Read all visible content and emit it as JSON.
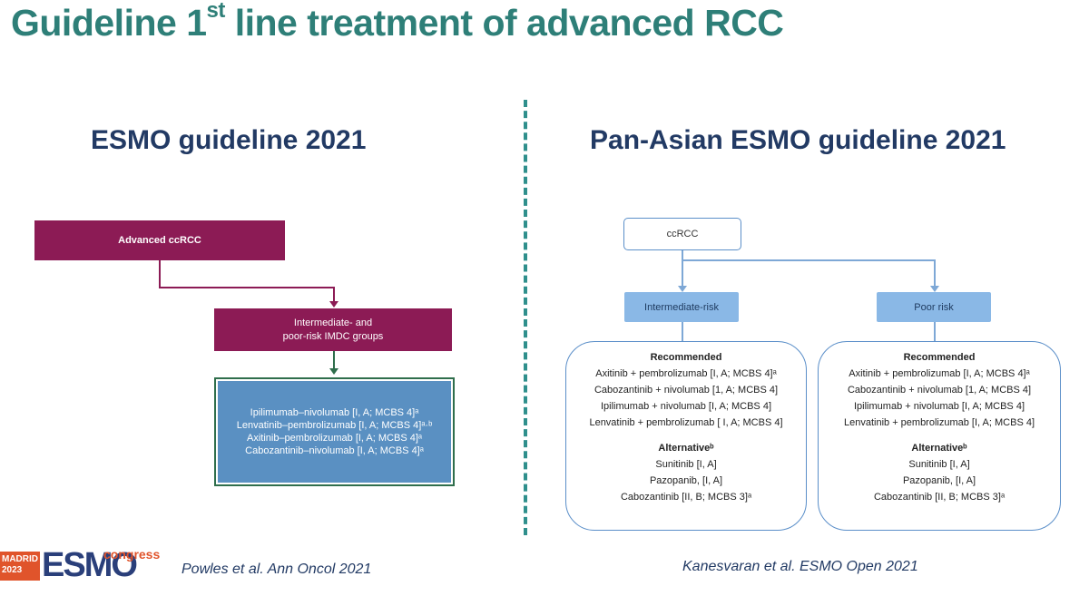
{
  "slide": {
    "title_main": "Guideline 1",
    "title_sup": "st",
    "title_rest": " line treatment of advanced RCC",
    "left": {
      "heading": "ESMO guideline 2021",
      "top_box": "Advanced ccRCC",
      "mid_box_line1": "Intermediate- and",
      "mid_box_line2": "poor-risk IMDC groups",
      "treatments": [
        "Ipilimumab–nivolumab [I, A; MCBS 4]ᵃ",
        "Lenvatinib–pembrolizumab [I, A; MCBS 4]ᵃ·ᵇ",
        "Axitinib–pembrolizumab [I, A; MCBS 4]ᵃ",
        "Cabozantinib–nivolumab [I, A; MCBS 4]ᵃ"
      ],
      "reference": "Powles et al. Ann Oncol 2021"
    },
    "right": {
      "heading": "Pan-Asian ESMO guideline 2021",
      "root_box": "ccRCC",
      "risk_left": "Intermediate-risk",
      "risk_right": "Poor risk",
      "panel_left": {
        "recommended_header": "Recommended",
        "recommended": [
          "Axitinib + pembrolizumab [I, A; MCBS 4]ᵃ",
          "Cabozantinib + nivolumab [1, A; MCBS 4]",
          "Ipilimumab + nivolumab [I, A; MCBS 4]",
          "Lenvatinib + pembrolizumab [ I, A; MCBS 4]"
        ],
        "alternative_header": "Alternativeᵇ",
        "alternative": [
          "Sunitinib [I, A]",
          "Pazopanib, [I, A]",
          "Cabozantinib [II, B; MCBS 3]ᵃ"
        ]
      },
      "panel_right": {
        "recommended_header": "Recommended",
        "recommended": [
          "Axitinib + pembrolizumab [I, A; MCBS 4]ᵃ",
          "Cabozantinib + nivolumab [1, A; MCBS 4]",
          "Ipilimumab + nivolumab [I, A; MCBS 4]",
          "Lenvatinib + pembrolizumab [I, A; MCBS 4]"
        ],
        "alternative_header": "Alternativeᵇ",
        "alternative": [
          "Sunitinib [I, A]",
          "Pazopanib, [I, A]",
          "Cabozantinib [II, B; MCBS 3]ᵃ"
        ]
      },
      "reference": "Kanesvaran et al. ESMO Open 2021"
    },
    "logo": {
      "city": "MADRID",
      "year": "2023",
      "brand": "ESMO",
      "word": "congress"
    }
  },
  "colors": {
    "title": "#2e7f78",
    "heading": "#223a64",
    "purple": "#8c1b55",
    "blue_box": "#5a90c2",
    "light_blue": "#8ab8e6",
    "divider": "#2f8f8c"
  }
}
